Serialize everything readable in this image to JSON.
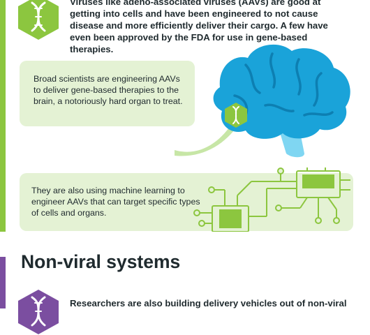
{
  "colors": {
    "green_accent": "#8cc63f",
    "card_background": "#e4f2d4",
    "brain_blue": "#1aa3d9",
    "brain_highlight": "#7fd6f2",
    "purple_accent": "#7b4ea0",
    "text_dark": "#1f2a2e"
  },
  "icons": [
    "dna-hex-icon",
    "dna-hex-icon",
    "curved-arrow-icon",
    "brain-illustration",
    "circuit-chip-illustration",
    "dna-hex-icon"
  ],
  "viral": {
    "intro": "Viruses like adeno-associated viruses (AAVs) are good at getting into cells and have been engineered to not cause disease and more efficiently deliver their cargo. A few have even been approved by the FDA for use in gene-based therapies.",
    "card_brain": "Broad scientists are engineering AAVs to deliver gene-based therapies to the brain, a notoriously hard organ to treat.",
    "card_ml": "They are also using machine learning to engineer AAVs that can target specific types of cells and organs."
  },
  "non_viral": {
    "title": "Non-viral systems",
    "intro": "Researchers are also building delivery vehicles out of non-viral"
  }
}
